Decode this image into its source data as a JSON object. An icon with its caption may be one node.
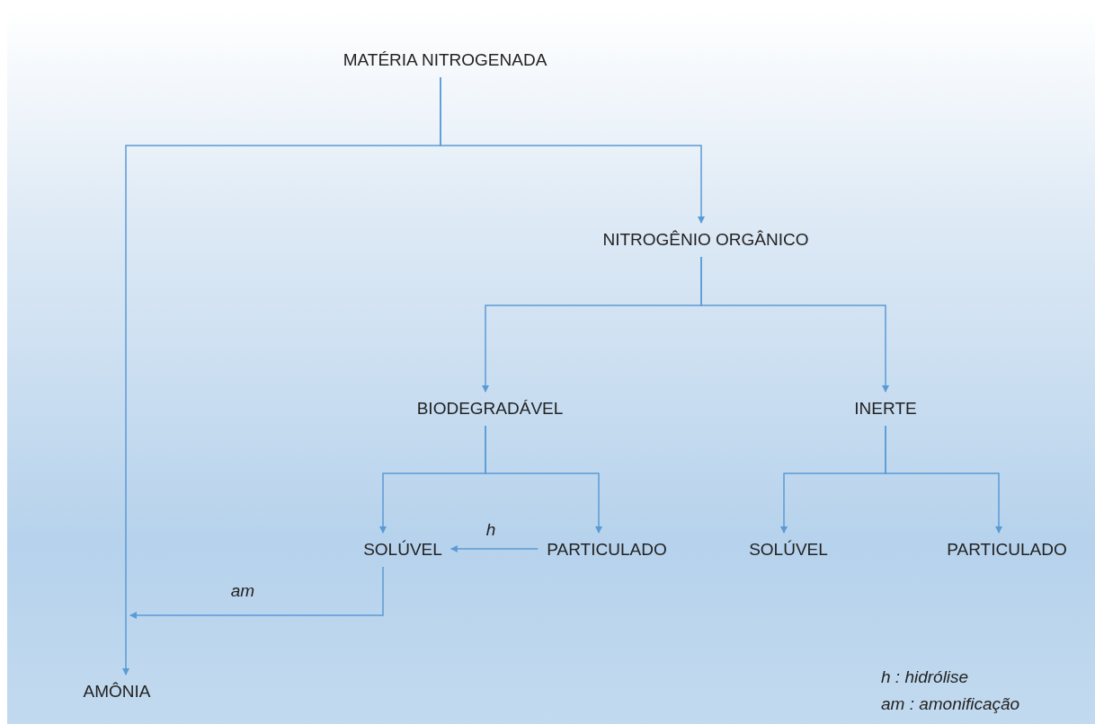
{
  "diagram": {
    "nodes": [
      {
        "text": [
          "MATÉRIA NITROGENADA"
        ]
      },
      {
        "text": [
          "NITROGÊNIO ORGÂNICO"
        ]
      },
      {
        "text": [
          "BIODEGRADÁVEL"
        ]
      },
      {
        "text": [
          "INERTE"
        ]
      },
      {
        "text": [
          "SOLÚVEL"
        ]
      },
      {
        "text": [
          "PARTICULADO"
        ]
      },
      {
        "text": [
          "SOLÚVEL"
        ]
      },
      {
        "text": [
          "PARTICULADO"
        ]
      },
      {
        "text": [
          "AMÔNIA"
        ]
      }
    ],
    "edges": [
      {
        "from": 0,
        "to": 8,
        "arrow": "to"
      },
      {
        "from": 0,
        "to": 1,
        "arrow": "to"
      },
      {
        "from": 1,
        "to": 2,
        "arrow": "to"
      },
      {
        "from": 1,
        "to": 3,
        "arrow": "to"
      },
      {
        "from": 2,
        "to": 4,
        "arrow": "to"
      },
      {
        "from": 2,
        "to": 5,
        "arrow": "to"
      },
      {
        "from": 3,
        "to": 6,
        "arrow": "to"
      },
      {
        "from": 3,
        "to": 7,
        "arrow": "to"
      },
      {
        "from": 5,
        "to": 4,
        "arrow": "to",
        "label": "h"
      },
      {
        "from": 4,
        "to": 8,
        "arrow": "to",
        "label": "am"
      }
    ],
    "labels": [
      "h : hidrólise",
      "am : amonificação"
    ]
  }
}
